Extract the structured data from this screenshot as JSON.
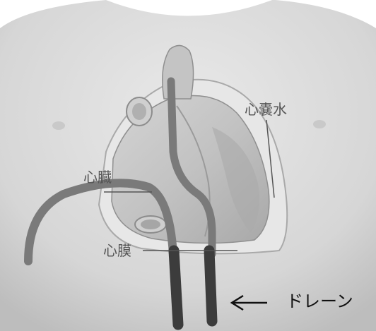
{
  "labels": {
    "pericardial_effusion": "心嚢水",
    "heart": "心臓",
    "pericardium": "心膜",
    "drain": "ドレーン"
  },
  "colors": {
    "skin": "#dedede",
    "skin_shadow": "#b8b8b8",
    "heart": "#c9c9c9",
    "heart_dark": "#9c9c9c",
    "fluid": "#e7e7e7",
    "tube_catheter": "#7a7a7a",
    "drain_tube": "#3c3c3c",
    "label_gray": "#555555",
    "label_black": "#111111"
  },
  "icons": {
    "arrow": "left-arrow-icon"
  }
}
